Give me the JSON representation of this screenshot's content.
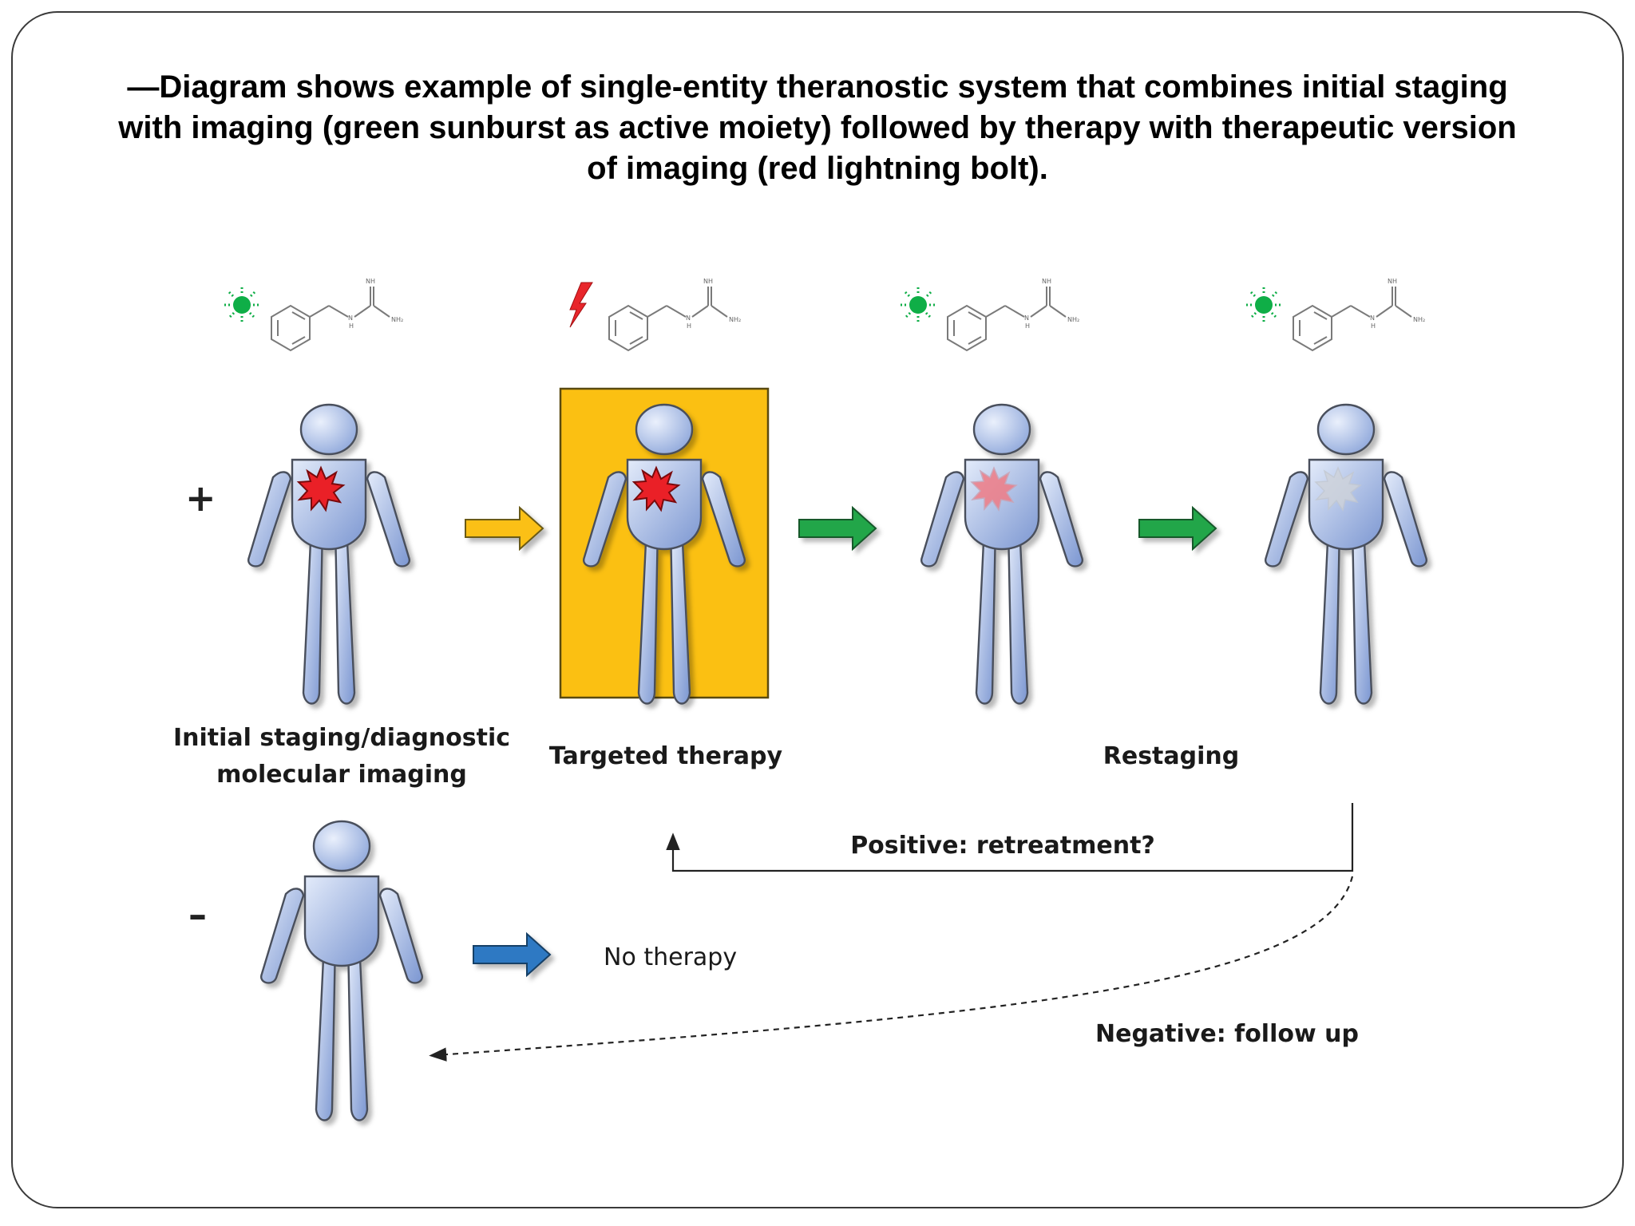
{
  "title": {
    "line1": "—Diagram shows example of single-entity theranostic system that combines initial staging",
    "line2": "with imaging  (green sunburst as active moiety) followed by therapy with therapeutic version",
    "line3": "of imaging (red lightning bolt)."
  },
  "signs": {
    "positive": "+",
    "negative": "–"
  },
  "labels": {
    "initial_line1": "Initial staging/diagnostic",
    "initial_line2": "molecular imaging",
    "therapy": "Targeted therapy",
    "restaging": "Restaging",
    "no_therapy": "No therapy",
    "positive": "Positive: retreatment?",
    "negative": "Negative: follow up"
  },
  "chemistry": {
    "nh": "NH",
    "n": "N",
    "h": "H",
    "nh2": "NH₂"
  },
  "colors": {
    "figure_fill": "#a9bce3",
    "figure_stroke": "#4a4f5c",
    "therapy_box": "#fbc012",
    "arrow_yellow": "#fbc012",
    "arrow_green": "#22a64a",
    "arrow_blue": "#2f79c3",
    "sunburst_green": "#0fae47",
    "lightning_red": "#e8262b",
    "tumor_red": "#ea2027"
  },
  "icons": [
    "green-sunburst-icon",
    "red-lightning-icon",
    "red-tumor-burst-icon",
    "arrow-icon"
  ]
}
